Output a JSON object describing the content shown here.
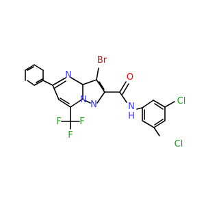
{
  "molecule": {
    "atoms": {
      "br": "Br",
      "o": "O",
      "n_ring_top": "N",
      "n_ring_bottom_left": "N",
      "n_ring_bottom_right": "N",
      "n_amide": "N",
      "h_amide": "H",
      "cl_top": "Cl",
      "cl_bottom": "Cl",
      "f_left": "F",
      "f_mid": "F",
      "f_right": "F"
    },
    "colors": {
      "bond": "#000000",
      "nitrogen": "#3333ff",
      "oxygen": "#ff0000",
      "bromine": "#a52a2a",
      "chlorine": "#1f9a1f",
      "fluorine": "#2aa52a"
    }
  }
}
